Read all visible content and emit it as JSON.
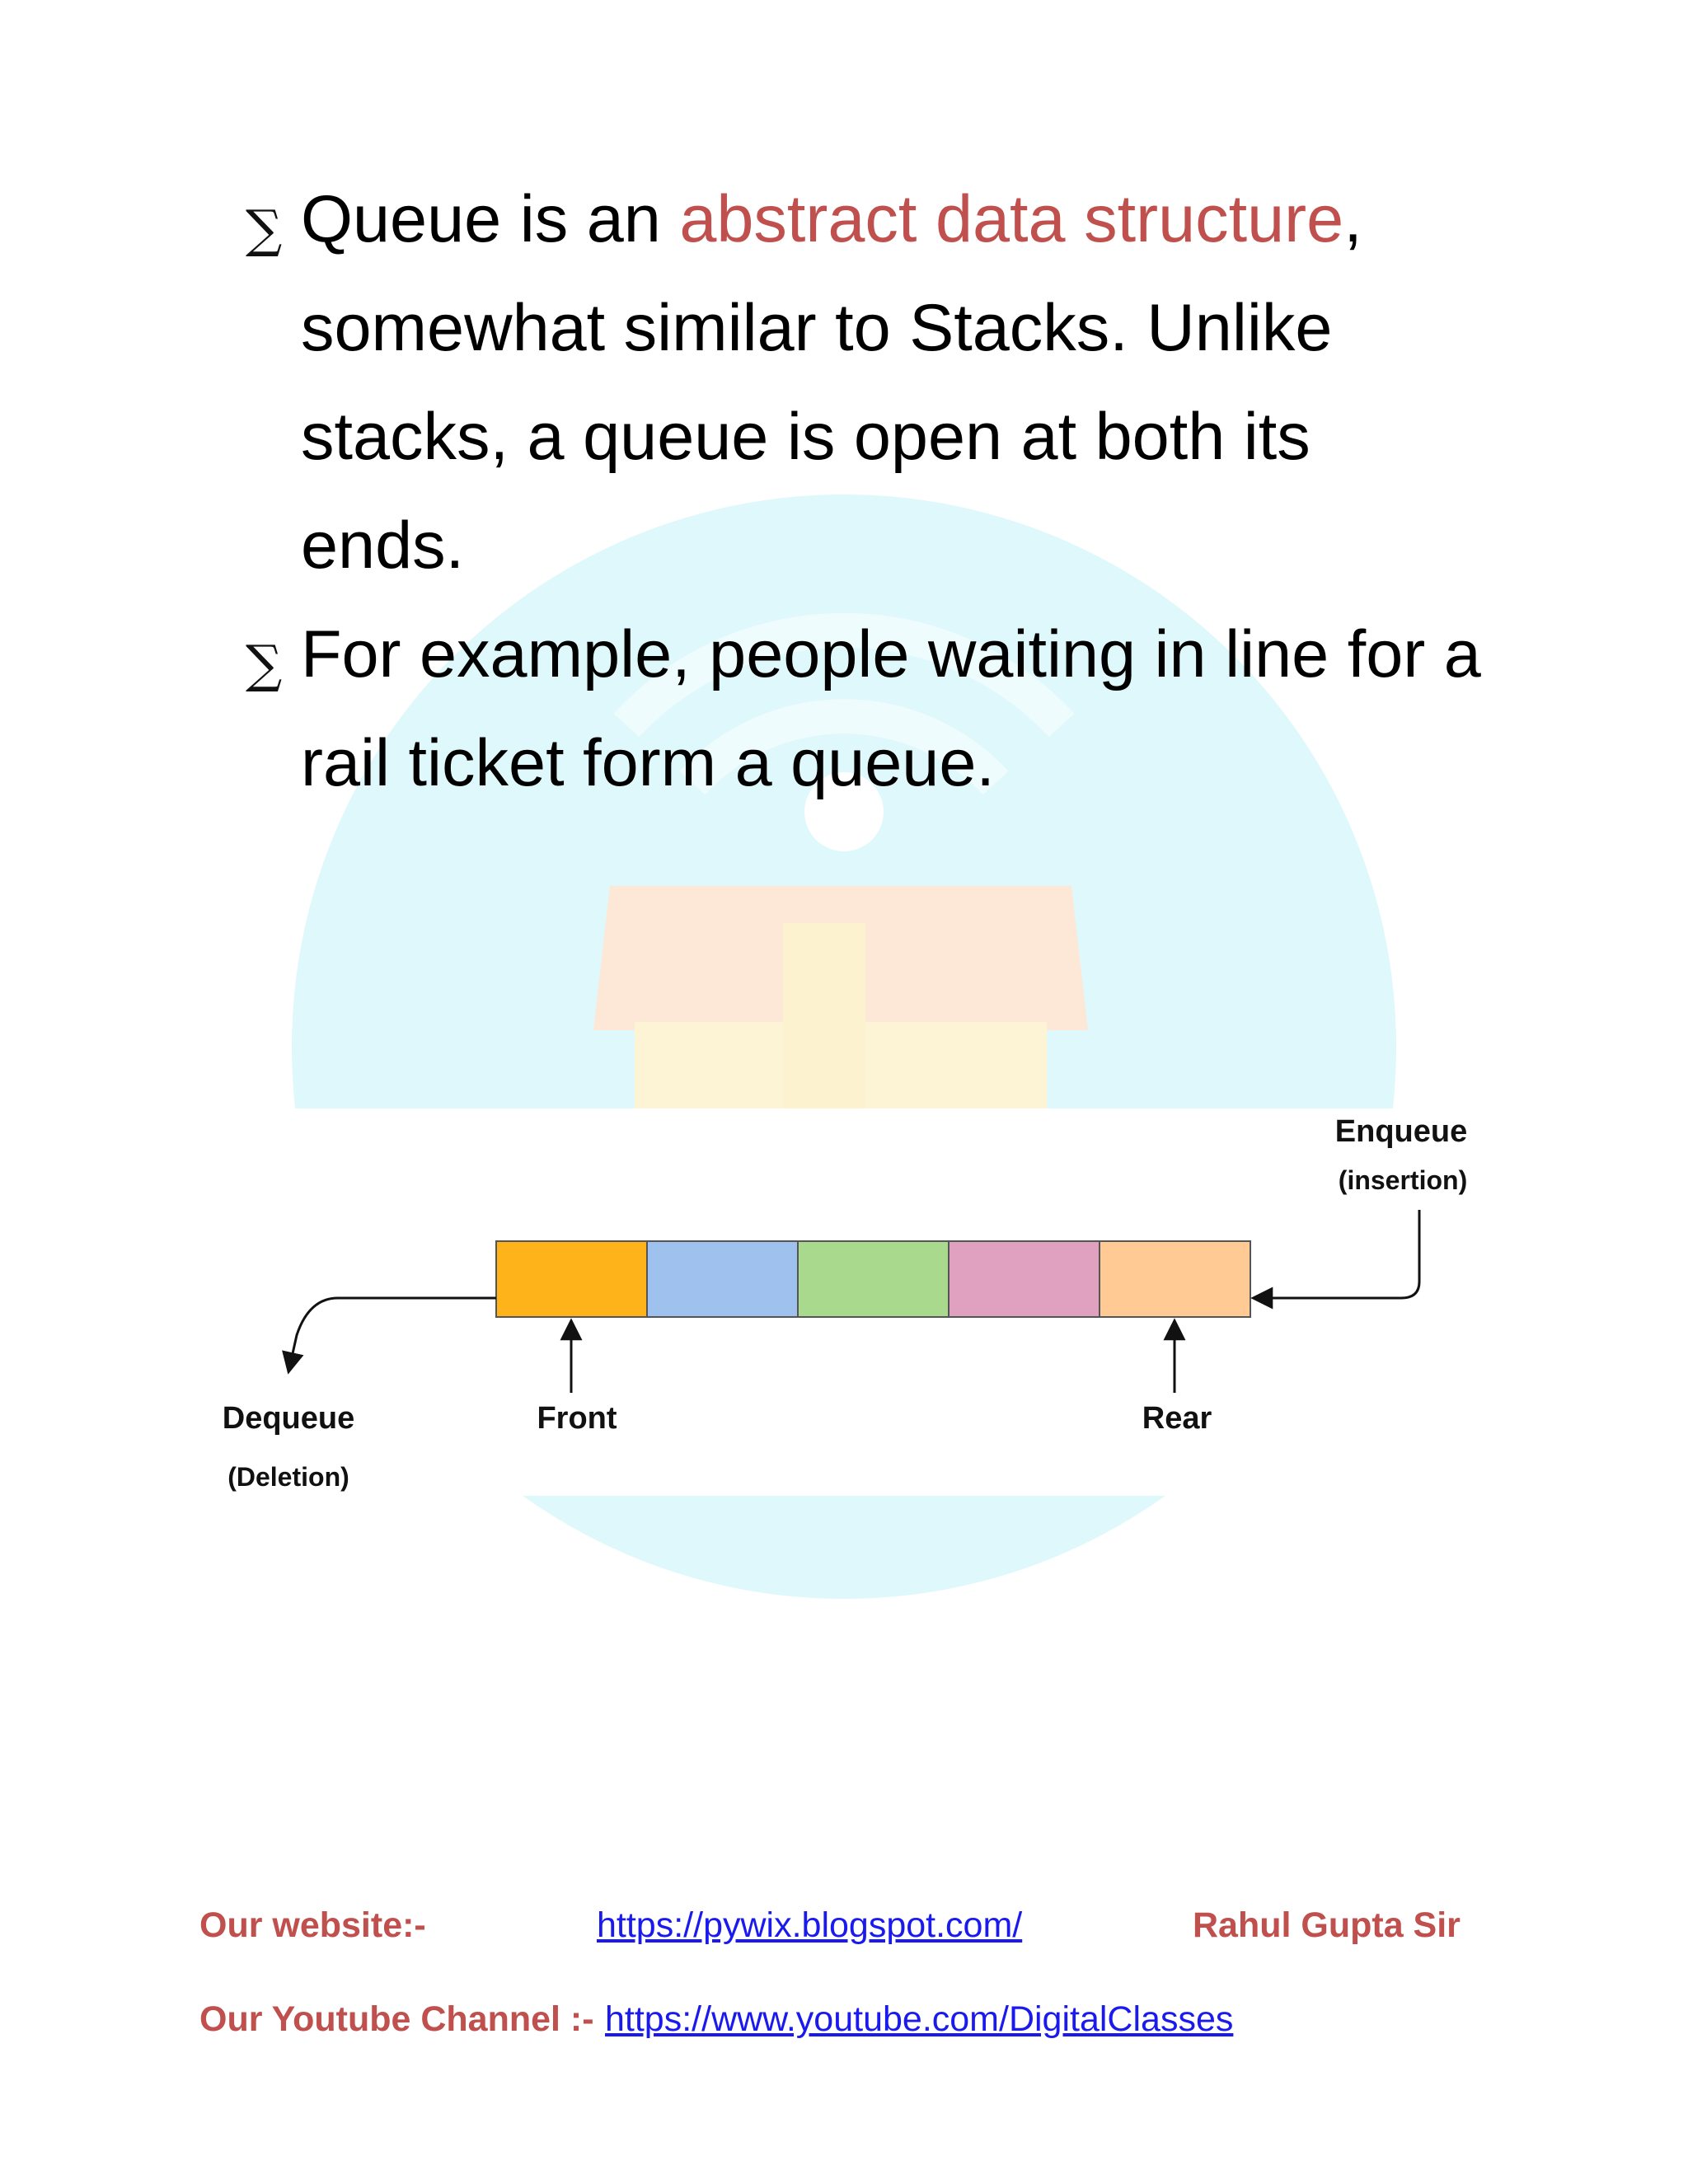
{
  "bullets": [
    {
      "mark": "∑",
      "before": "Queue is an ",
      "highlight": "abstract data structure",
      "after": ", somewhat similar to Stacks. Unlike stacks, a queue is open at both its ends."
    },
    {
      "mark": "∑",
      "before": "For example, people waiting in line for a rail ticket form a queue.",
      "highlight": "",
      "after": ""
    }
  ],
  "diagram": {
    "cells": [
      "#ffb31a",
      "#9ec1ee",
      "#a8d98c",
      "#e0a0c0",
      "#ffca94"
    ],
    "enqueue_label": "Enqueue",
    "enqueue_sub": "(insertion)",
    "dequeue_label": "Dequeue",
    "dequeue_sub": "(Deletion)",
    "front_label": "Front",
    "rear_label": "Rear"
  },
  "footer": {
    "website_label": "Our website:-",
    "website_url": "https://pywix.blogspot.com/",
    "author": "Rahul Gupta Sir",
    "youtube_label": "Our Youtube Channel :-",
    "youtube_url": "https://www.youtube.com/DigitalClasses"
  },
  "colors": {
    "accent": "#c0504d",
    "link": "#1a1aee"
  }
}
